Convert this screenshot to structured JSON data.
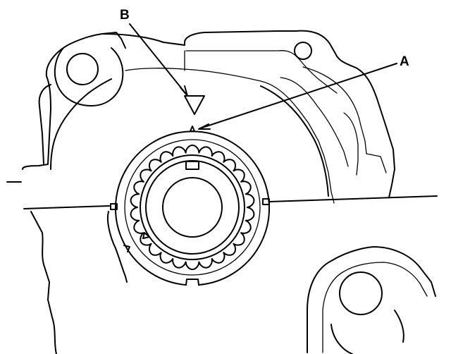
{
  "diagram": {
    "callouts": [
      {
        "id": "callout-a",
        "label": "A"
      },
      {
        "id": "callout-b",
        "label": "B"
      }
    ],
    "sprocket": {
      "teeth": 26
    }
  }
}
